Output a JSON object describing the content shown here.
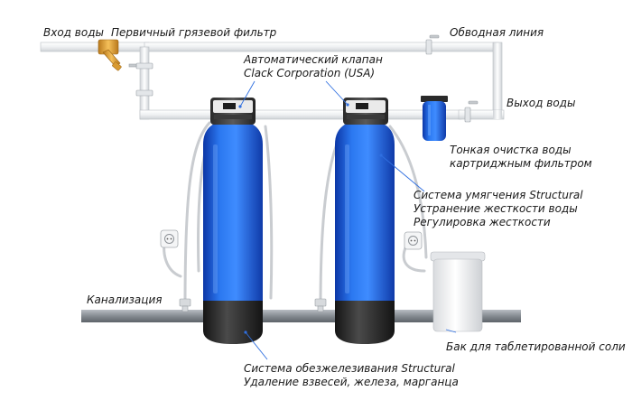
{
  "labels": {
    "water_inlet": "Вход воды",
    "primary_filter": "Первичный грязевой фильтр",
    "bypass_line": "Обводная линия",
    "auto_valve": [
      "Автоматический клапан",
      "Clack Corporation (USA)"
    ],
    "water_outlet": "Выход воды",
    "cartridge_filter": [
      "Тонкая очистка воды",
      "картриджным фильтром"
    ],
    "softening_system": [
      "Система умягчения Structural",
      "Устранение жесткости воды",
      "Регулировка жесткости"
    ],
    "sewage": "Канализация",
    "salt_tank": "Бак для таблетированной соли",
    "iron_removal_system": [
      "Система обезжелезивания Structural",
      "Удаление взвесей, железа, марганца"
    ]
  },
  "colors": {
    "tank_blue": "#1f62e0",
    "tank_base": "#2e2e2e",
    "pipe_light": "#eceef0",
    "pipe_dark": "#8b9196",
    "strainer_gold": "#e6a93c",
    "salt_tank_white": "#f3f4f6"
  },
  "icons": [
    "strainer-icon",
    "control-valve-icon",
    "cartridge-filter-icon",
    "power-outlet-icon",
    "salt-tank-icon",
    "valve-icon"
  ]
}
